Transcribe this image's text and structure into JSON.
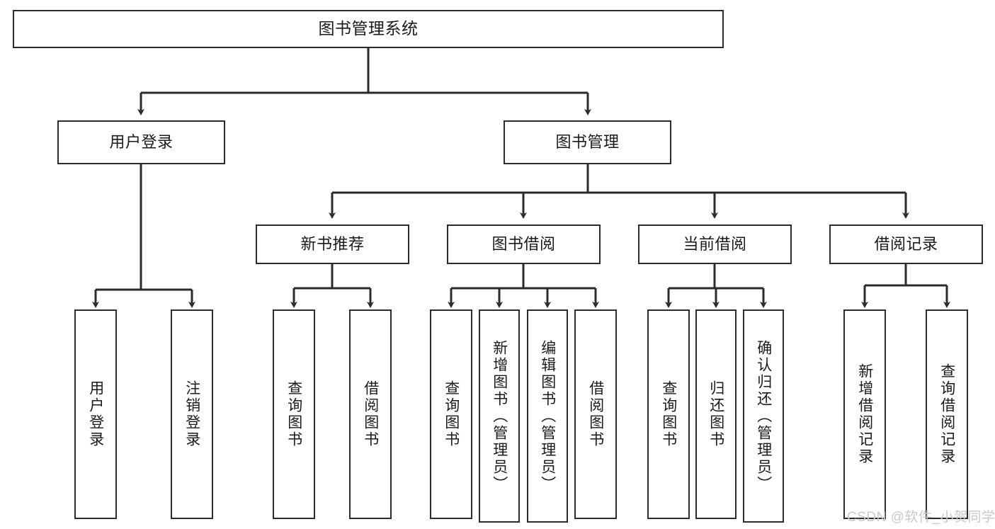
{
  "diagram": {
    "type": "hierarchy-tree",
    "title": "图书管理系统",
    "watermark": "CSDN @软件_小贺同学",
    "colors": {
      "stroke": "#2b2b2b",
      "background": "#ffffff",
      "text": "#1a1a1a",
      "watermark": "#c9c9c9"
    },
    "nodes": {
      "root": {
        "label": "图书管理系统"
      },
      "level1": [
        {
          "label": "用户登录"
        },
        {
          "label": "图书管理"
        }
      ],
      "level2": [
        {
          "label": "新书推荐"
        },
        {
          "label": "图书借阅"
        },
        {
          "label": "当前借阅"
        },
        {
          "label": "借阅记录"
        }
      ],
      "leaves": [
        {
          "label": "用户登录"
        },
        {
          "label": "注销登录"
        },
        {
          "label": "查询图书"
        },
        {
          "label": "借阅图书"
        },
        {
          "label": "查询图书"
        },
        {
          "label": "新增图书（管理员）"
        },
        {
          "label": "编辑图书（管理员）"
        },
        {
          "label": "借阅图书"
        },
        {
          "label": "查询图书"
        },
        {
          "label": "归还图书"
        },
        {
          "label": "确认归还（管理员）"
        },
        {
          "label": "新增借阅记录"
        },
        {
          "label": "查询借阅记录"
        }
      ]
    }
  }
}
